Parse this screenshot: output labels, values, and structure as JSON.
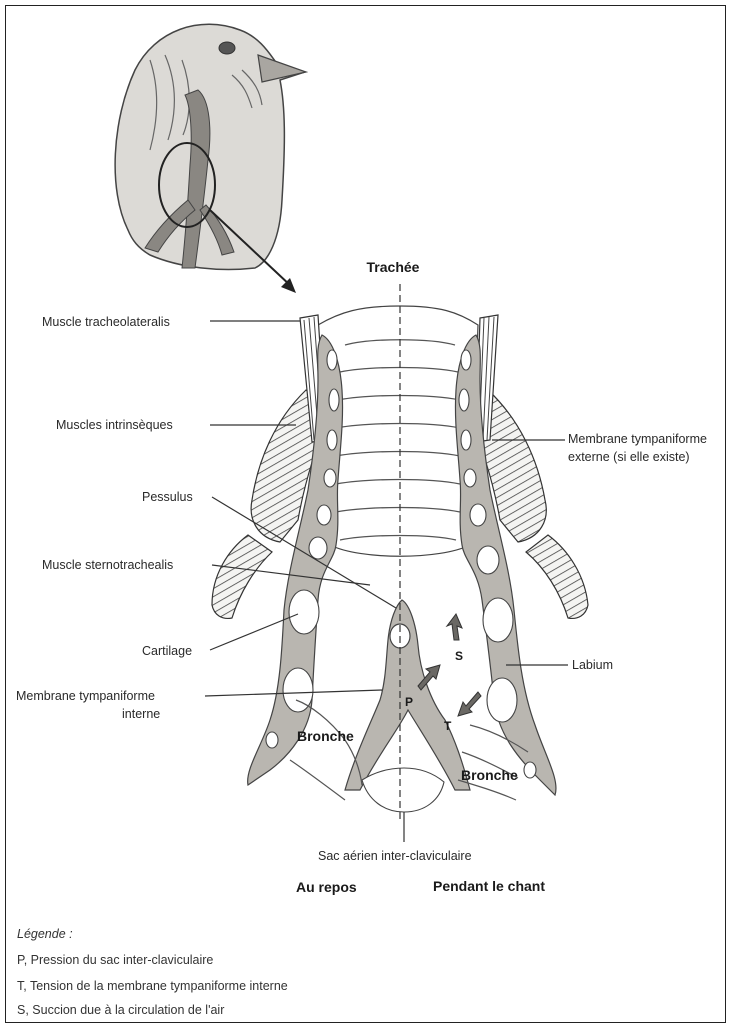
{
  "labels": {
    "trachee": "Trachée",
    "muscle_tracheolateralis": "Muscle tracheolateralis",
    "muscles_intrinseques": "Muscles intrinsèques",
    "membrane_externe_1": "Membrane tympaniforme",
    "membrane_externe_2": "externe (si elle existe)",
    "pessulus": "Pessulus",
    "muscle_sternotrachealis": "Muscle sternotrachealis",
    "cartilage": "Cartilage",
    "labium": "Labium",
    "membrane_interne_1": "Membrane tympaniforme",
    "membrane_interne_2": "interne",
    "bronche_left": "Bronche",
    "bronche_right": "Bronche",
    "sac_aerien": "Sac aérien inter-claviculaire",
    "au_repos": "Au repos",
    "pendant_le_chant": "Pendant le chant",
    "arrow_p": "P",
    "arrow_s": "S",
    "arrow_t": "T"
  },
  "legend": {
    "title": "Légende :",
    "items": [
      "P, Pression du sac inter-claviculaire",
      "T, Tension de la membrane tympaniforme interne",
      "S, Succion due à la circulation de l'air"
    ]
  },
  "colors": {
    "cartilage": "#b9b6b0",
    "bird": "#dcdad6",
    "trachea": "#8a8782",
    "arrow": "#6a6864",
    "line": "#333333"
  }
}
